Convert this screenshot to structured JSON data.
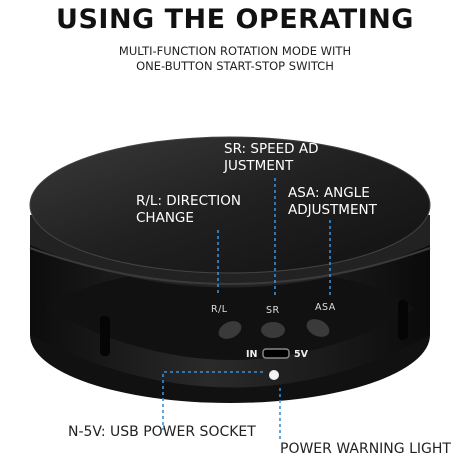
{
  "heading": {
    "title": "USING THE OPERATING",
    "subtitle_line1": "MULTI-FUNCTION ROTATION MODE WITH",
    "subtitle_line2": "ONE-BUTTON START-STOP SWITCH"
  },
  "callouts": {
    "sr_line1": "SR: SPEED AD",
    "sr_line2": "JUSTMENT",
    "rl_line1": "R/L: DIRECTION",
    "rl_line2": "CHANGE",
    "asa_line1": "ASA: ANGLE",
    "asa_line2": "ADJUSTMENT",
    "usb": "N-5V: USB POWER SOCKET",
    "power": "POWER WARNING LIGHT"
  },
  "device": {
    "button_rl": "R/L",
    "button_sr": "SR",
    "button_asa": "ASA",
    "port_in": "IN",
    "port_5v": "5V"
  },
  "colors": {
    "callout_line": "#3a8fd6",
    "body": "#1a1a1a"
  }
}
